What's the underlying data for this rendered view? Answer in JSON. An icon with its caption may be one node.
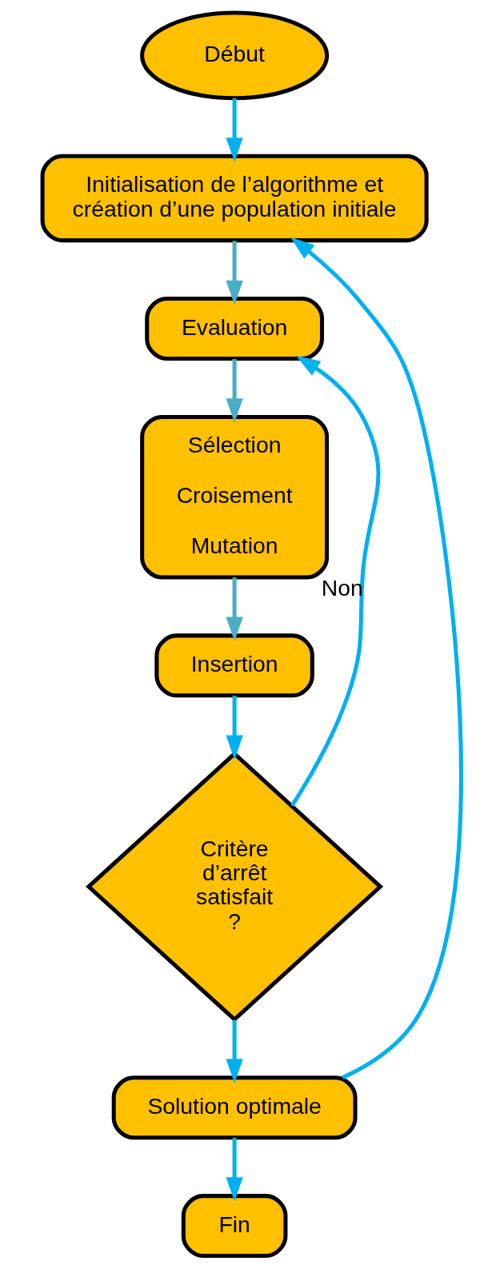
{
  "diagram": {
    "nodes": [
      {
        "text": [
          "Début"
        ]
      },
      {
        "text": [
          "Initialisation de l’algorithme et création d’une population initiale"
        ]
      },
      {
        "text": [
          "Evaluation"
        ]
      },
      {
        "text": [
          "Sélection",
          "Croisement",
          "Mutation"
        ]
      },
      {
        "text": [
          "Insertion"
        ]
      },
      {
        "text": [
          "Critère d’arrêt satisfait ?"
        ]
      },
      {
        "text": [
          "Solution optimale"
        ]
      },
      {
        "text": [
          "Fin"
        ]
      }
    ],
    "edges": [
      {
        "from": 0,
        "to": 1,
        "arrow": "to"
      },
      {
        "from": 1,
        "to": 2,
        "arrow": "to",
        "color": "#4bacc6"
      },
      {
        "from": 2,
        "to": 3,
        "arrow": "to",
        "color": "#4bacc6"
      },
      {
        "from": 3,
        "to": 4,
        "arrow": "to",
        "color": "#4bacc6"
      },
      {
        "from": 4,
        "to": 5,
        "arrow": "to"
      },
      {
        "from": 5,
        "to": 2,
        "arrow": "to",
        "label": "Non"
      },
      {
        "from": 5,
        "to": 6,
        "arrow": "to"
      },
      {
        "from": 6,
        "to": 7,
        "arrow": "to"
      },
      {
        "from": 6,
        "to": 1,
        "arrow": "to"
      }
    ]
  }
}
